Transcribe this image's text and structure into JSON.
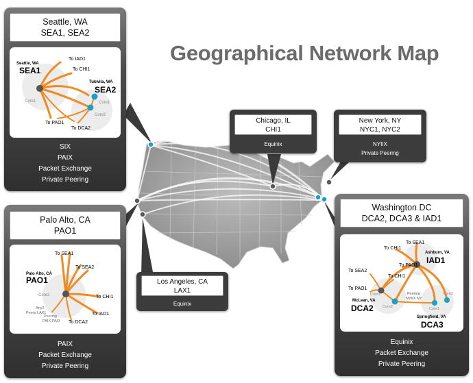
{
  "title": "Geographical Network Map",
  "seattle": {
    "city": "Seattle, WA",
    "codes": "SEA1, SEA2",
    "nodes": {
      "sea1_city": "Seattle, WA",
      "sea1": "SEA1",
      "sea2_city": "Tukwila, WA",
      "sea2": "SEA2",
      "core1": "Core1",
      "core1b": "Core1",
      "core2": "Core2"
    },
    "links": {
      "iad1": "To IAD1",
      "chi1": "To CHI1",
      "pao1": "To PAO1",
      "dca2": "To DCA2"
    },
    "exchanges": [
      "SIX",
      "PAIX",
      "Packet Exchange",
      "Private Peering"
    ]
  },
  "paloalto": {
    "city": "Palo Alto, CA",
    "codes": "PAO1",
    "nodes": {
      "city": "Palo Alto, CA",
      "code": "PAO1",
      "core2": "Core2",
      "any2": "Any2",
      "peers": "Peers LAX1",
      "peering": "Peering",
      "paix": "PAIX-PAO"
    },
    "links": {
      "sea1": "To SEA1",
      "sea2": "To SEA2",
      "chi1": "To CHI1",
      "iad1": "To IAD1",
      "dca2": "To DCA2"
    },
    "exchanges": [
      "PAIX",
      "Packet Exchange",
      "Private Peering"
    ]
  },
  "losangeles": {
    "city": "Los Angeles, CA",
    "code": "LAX1",
    "exchange": "Equinix"
  },
  "chicago": {
    "city": "Chicago, IL",
    "code": "CHI1",
    "exchange": "Equinix"
  },
  "newyork": {
    "city": "New York, NY",
    "codes": "NYC1, NYC2",
    "exchanges": [
      "NYIIX",
      "Private Peering"
    ]
  },
  "washington": {
    "city": "Washington DC",
    "codes": "DCA2, DCA3 & IAD1",
    "nodes": {
      "ashburn": "Ashburn, VA",
      "iad1": "IAD1",
      "mclean": "McLean, VA",
      "dca2": "DCA2",
      "springfield": "Springfield, VA",
      "dca3": "DCA3",
      "core1": "Core1",
      "core2": "Core2",
      "core1b": "Core1",
      "core2b": "Core2",
      "peering": "Peering",
      "nyiix": "NYIIX NY"
    },
    "links": {
      "sea1": "To SEA1",
      "chi1": "To CHI1",
      "pao1": "To PAO1",
      "sea2": "To SEA2",
      "pao1b": "To PAO1",
      "chi1b": "To CHI1"
    },
    "exchanges": [
      "Equinix",
      "Packet Exchange",
      "Private Peering"
    ]
  },
  "colors": {
    "accent": "#f08a24",
    "node": "#1aa0c8",
    "panel": "#3a3a3a"
  }
}
